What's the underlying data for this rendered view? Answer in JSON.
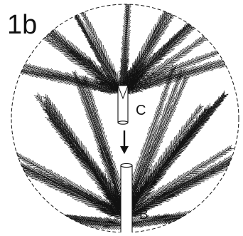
{
  "figure": {
    "step_label": "1b",
    "parts": {
      "upper_label": "C",
      "lower_label": "B"
    }
  },
  "icons": {
    "arrow": "down-arrow-icon"
  },
  "colors": {
    "ink": "#111111",
    "background": "#ffffff"
  }
}
